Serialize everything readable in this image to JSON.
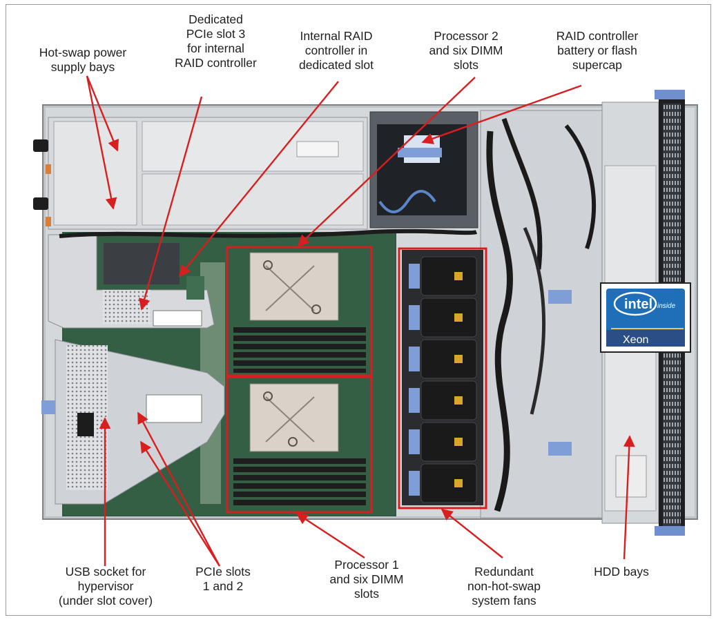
{
  "labels": {
    "hot_swap_psu": "Hot-swap power\nsupply bays",
    "pcie_slot3": "Dedicated\nPCIe slot 3\nfor internal\nRAID controller",
    "internal_raid": "Internal RAID\ncontroller in\ndedicated slot",
    "processor2": "Processor 2\nand six DIMM\nslots",
    "raid_battery": "RAID controller\nbattery or flash\nsupercap",
    "usb_socket": "USB socket for\nhypervisor\n(under slot cover)",
    "pcie_slots_12": "PCIe slots\n1 and 2",
    "processor1": "Processor 1\nand six DIMM\nslots",
    "fans": "Redundant\nnon-hot-swap\nsystem fans",
    "hdd_bays": "HDD bays"
  },
  "badge": {
    "brand": "intel",
    "inside": "inside",
    "product": "Xeon"
  },
  "colors": {
    "callout": "#d81e1e",
    "chassis": "#c9ccd0",
    "board": "#2f5a3f",
    "fan": "#1c1c1c",
    "fan_clip": "#7f9ed8",
    "badge_blue": "#1f6fb8"
  }
}
